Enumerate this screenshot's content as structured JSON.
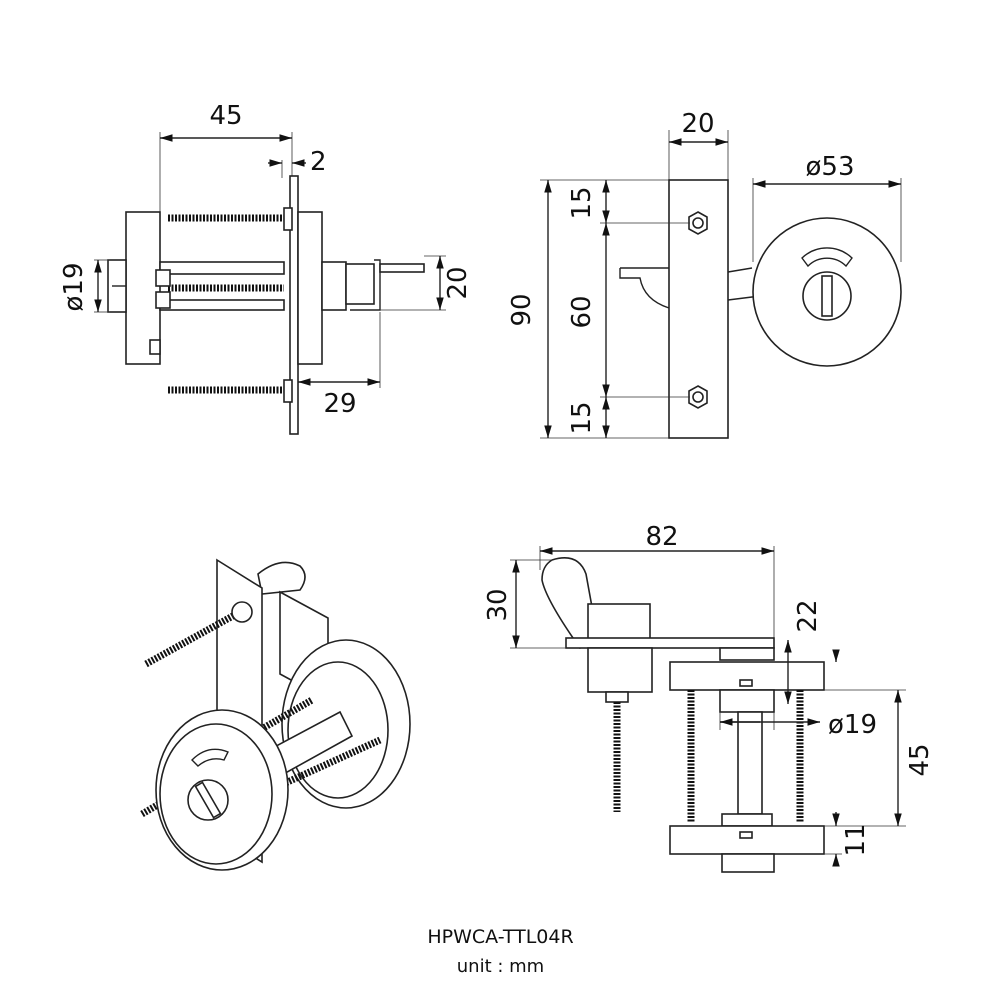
{
  "drawing": {
    "model": "HPWCA-TTL04R",
    "unit": "unit : mm"
  },
  "dimensions": {
    "side_view": {
      "width": "45",
      "plate": "2",
      "dia": "ø19",
      "height": "20",
      "offset": "29"
    },
    "front_view": {
      "plate_width": "20",
      "knob_dia": "ø53",
      "total_height": "90",
      "top": "15",
      "middle": "60",
      "bottom": "15"
    },
    "bottom_view": {
      "length": "82",
      "lever_height": "30",
      "rise": "22",
      "spindle_dia": "ø19",
      "depth": "45",
      "rose": "11"
    }
  }
}
